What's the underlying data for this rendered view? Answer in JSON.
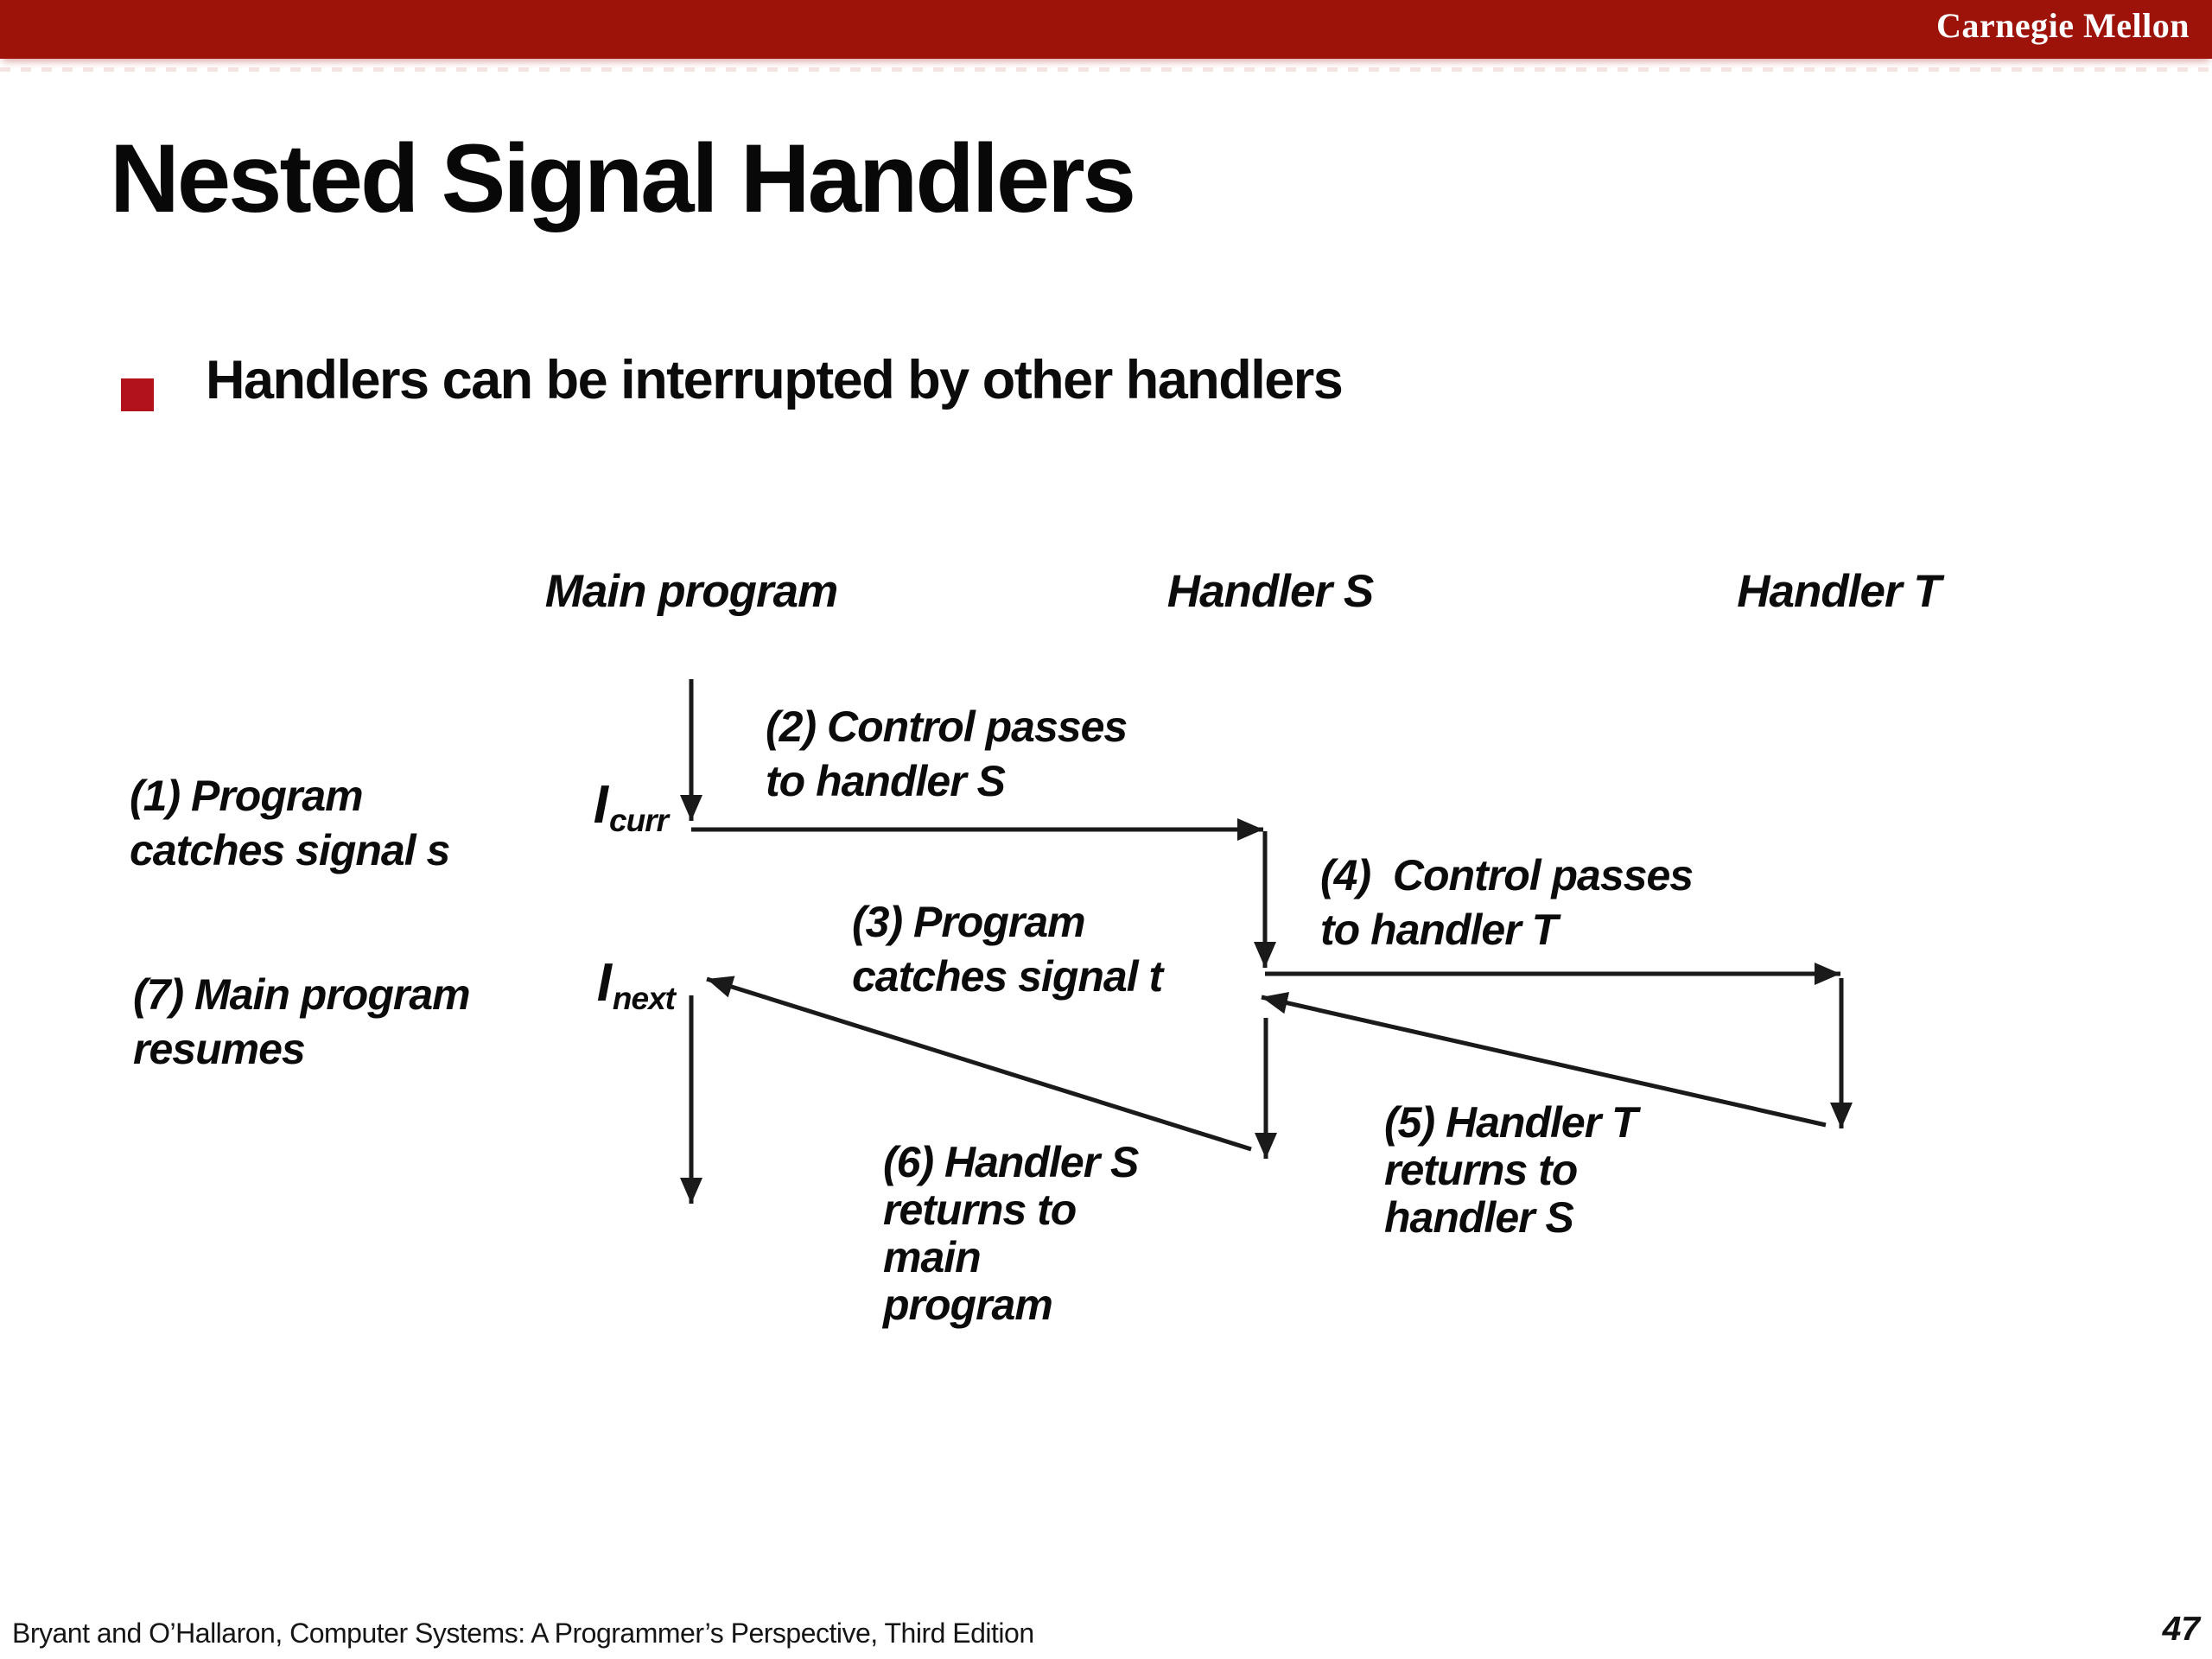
{
  "header": {
    "brand": "Carnegie Mellon",
    "bar_color": "#9D1309"
  },
  "title": "Nested Signal Handlers",
  "bullet": {
    "marker_color": "#B2131A",
    "text": "Handlers can be interrupted by other handlers"
  },
  "diagram": {
    "columns": [
      {
        "label": "Main program"
      },
      {
        "label": "Handler S"
      },
      {
        "label": "Handler T"
      }
    ],
    "markers": {
      "i_curr": {
        "base": "I",
        "sub": "curr"
      },
      "i_next": {
        "base": "I",
        "sub": "next"
      }
    },
    "annotations": {
      "step1": "(1) Program\ncatches signal s",
      "step2": "(2) Control passes\nto handler S",
      "step3": "(3) Program\ncatches signal t",
      "step4": "(4)  Control passes\nto handler T",
      "step5": "(5) Handler T\nreturns to\nhandler S",
      "step6": "(6) Handler S\nreturns to\nmain\nprogram",
      "step7": "(7) Main program\nresumes"
    },
    "line_color": "#1a1a1a"
  },
  "footer": {
    "citation": "Bryant and O’Hallaron, Computer Systems: A Programmer’s Perspective, Third Edition",
    "page_number": "47"
  }
}
